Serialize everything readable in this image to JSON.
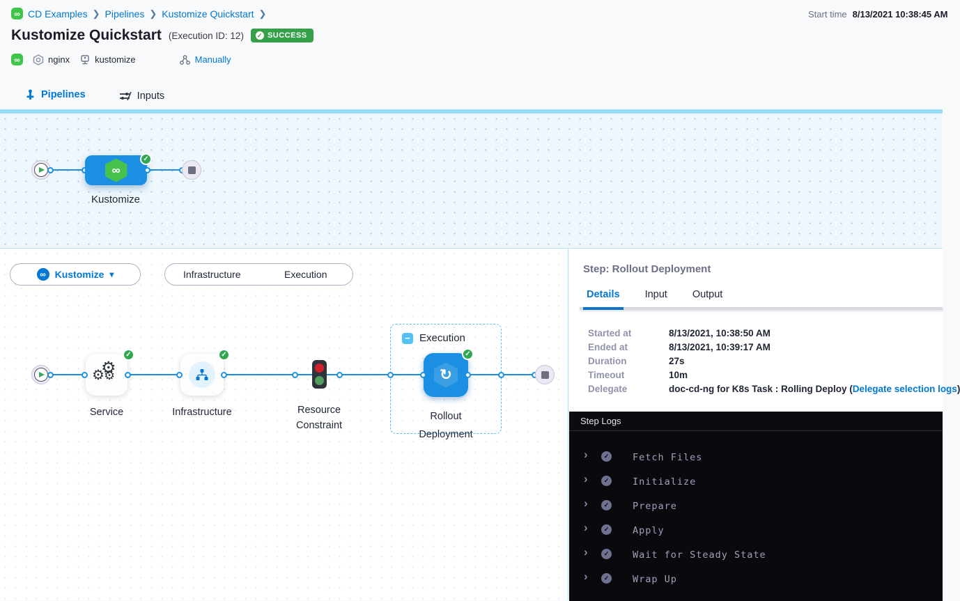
{
  "header": {
    "breadcrumb": [
      "CD Examples",
      "Pipelines",
      "Kustomize Quickstart"
    ],
    "breadcrumb_separator": "❯",
    "title": "Kustomize Quickstart",
    "execution_id": "(Execution ID: 12)",
    "status_badge": "SUCCESS",
    "start_time_label": "Start time",
    "start_time_value": "8/13/2021 10:38:45 AM",
    "tags": {
      "environment": "nginx",
      "service": "kustomize",
      "trigger": "Manually"
    }
  },
  "tabs": {
    "pipelines": "Pipelines",
    "inputs": "Inputs"
  },
  "top_graph": {
    "stage_label": "Kustomize"
  },
  "flow": {
    "stage_selector": "Kustomize",
    "toggle": {
      "infrastructure": "Infrastructure",
      "execution": "Execution"
    },
    "node_labels": [
      "Service",
      "Infrastructure",
      "Resource Constraint",
      "Rollout Deployment"
    ],
    "execution_group_label": "Execution"
  },
  "right_panel": {
    "title": "Step: Rollout Deployment",
    "tabs": [
      "Details",
      "Input",
      "Output"
    ],
    "details": [
      {
        "label": "Started at",
        "value": "8/13/2021, 10:38:50 AM"
      },
      {
        "label": "Ended at",
        "value": "8/13/2021, 10:39:17 AM"
      },
      {
        "label": "Duration",
        "value": "27s"
      },
      {
        "label": "Timeout",
        "value": "10m"
      },
      {
        "label": "Delegate",
        "value": "doc-cd-ng for K8s Task : Rolling Deploy (",
        "link": "Delegate selection logs",
        "suffix": ")"
      }
    ],
    "logs": {
      "header": "Step Logs",
      "entries": [
        "Fetch Files",
        "Initialize",
        "Prepare",
        "Apply",
        "Wait for Steady State",
        "Wrap Up"
      ]
    }
  },
  "colors": {
    "accent_blue": "#0278d5",
    "node_blue": "#1b8fe1",
    "success_green": "#34a048",
    "divider_blue": "#97ddf5",
    "logs_background": "#0a0a0e",
    "logs_text": "#9ea0bc"
  },
  "glyphs": {
    "infinity": "∞",
    "caret_down": "▾",
    "minus": "−",
    "check": "✓",
    "rollout": "↻",
    "gear": "⚙",
    "chevron_right": "›"
  }
}
